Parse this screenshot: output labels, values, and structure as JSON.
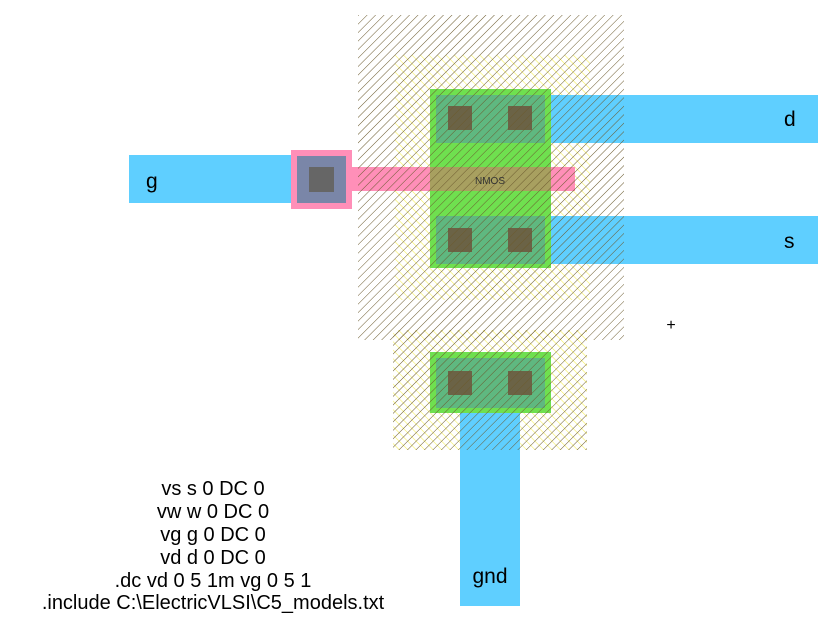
{
  "layout": {
    "device_label": "NMOS",
    "ports": {
      "drain": "d",
      "source": "s",
      "gate": "g",
      "ground": "gnd"
    },
    "cursor_marker": "+",
    "spice_lines": [
      "vs s 0 DC 0",
      "vw w 0 DC 0",
      "vg g 0 DC 0",
      "vd d 0 DC 0",
      ".dc vd 0 5 1m vg 0 5 1",
      ".include C:\\ElectricVLSI\\C5_models.txt"
    ]
  },
  "colors": {
    "metal": "#5fcfff",
    "poly": "#ff8fb8",
    "active": "#6fe04f",
    "select": "#ffff80",
    "well_hatch": "#6b5a2e",
    "contact": "#6b6346"
  }
}
